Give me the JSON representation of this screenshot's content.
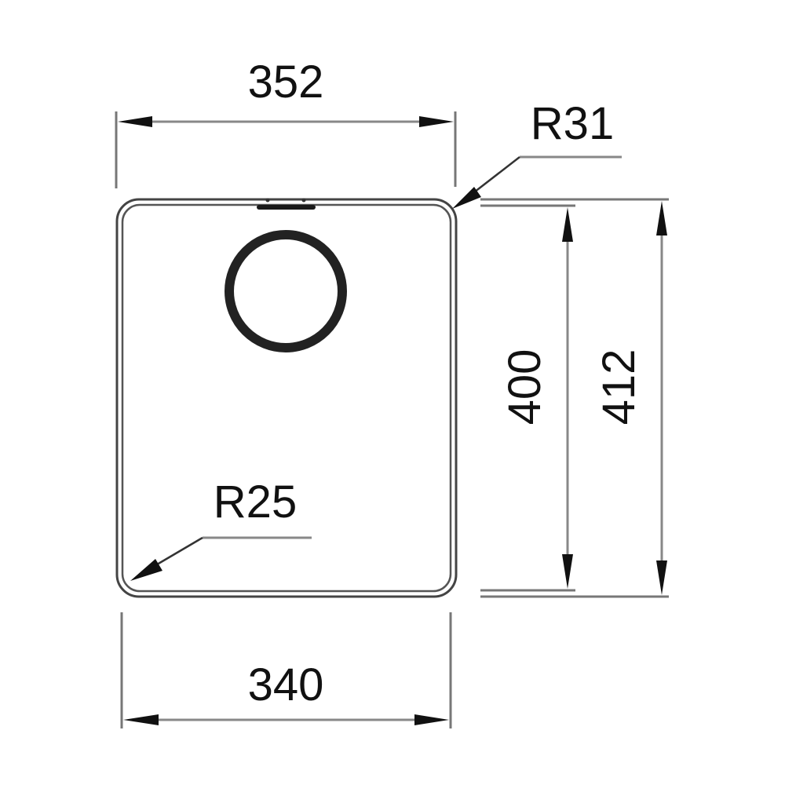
{
  "drawing": {
    "type": "sink-bowl-technical-drawing",
    "colors": {
      "line": "#444444",
      "text": "#111111",
      "background": "#ffffff"
    },
    "dimensions": {
      "top_width": {
        "label": "352",
        "orientation": "horizontal",
        "position": "top"
      },
      "bottom_width": {
        "label": "340",
        "orientation": "horizontal",
        "position": "bottom"
      },
      "inner_height": {
        "label": "400",
        "orientation": "vertical",
        "position": "right-inner"
      },
      "outer_height": {
        "label": "412",
        "orientation": "vertical",
        "position": "right-outer"
      }
    },
    "radii": {
      "top_right": {
        "label": "R31",
        "position": "top-right-corner"
      },
      "bottom_left": {
        "label": "R25",
        "position": "bottom-left-corner"
      }
    },
    "features": {
      "drain": {
        "shape": "circle",
        "icon": "drain-circle-icon"
      },
      "overflow": {
        "shape": "slot",
        "icon": "overflow-slot-icon"
      }
    }
  }
}
